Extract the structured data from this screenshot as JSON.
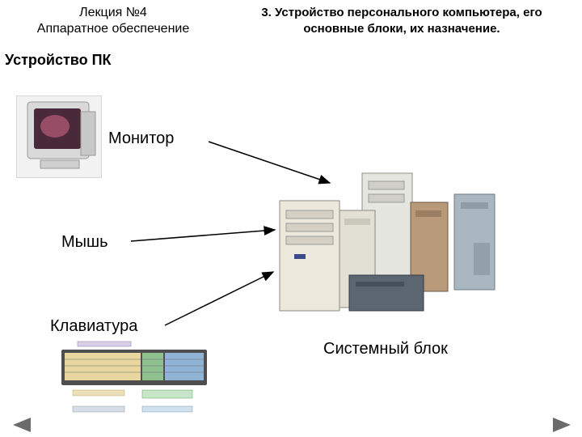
{
  "header": {
    "lecture_line1": "Лекция №4",
    "lecture_line2": "Аппаратное обеспечение",
    "topic_line1": "3. Устройство персонального компьютера, его",
    "topic_line2": "основные блоки, их назначение."
  },
  "slide": {
    "title": "Устройство ПК",
    "labels": {
      "monitor": "Монитор",
      "mouse": "Мышь",
      "keyboard": "Клавиатура",
      "system_unit": "Системный блок"
    }
  },
  "icons": {
    "prev": "triangle-left-icon",
    "next": "triangle-right-icon"
  },
  "colors": {
    "nav_arrow": "#6b6b6b"
  }
}
